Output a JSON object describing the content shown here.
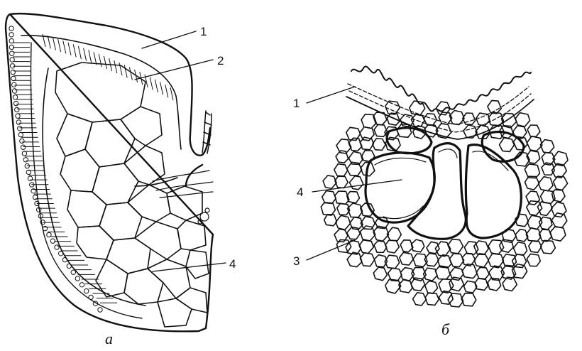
{
  "figure_a": {
    "caption": "а",
    "labels": [
      "1",
      "2",
      "4"
    ]
  },
  "figure_b": {
    "caption": "б",
    "labels": [
      "1",
      "4",
      "3"
    ]
  }
}
